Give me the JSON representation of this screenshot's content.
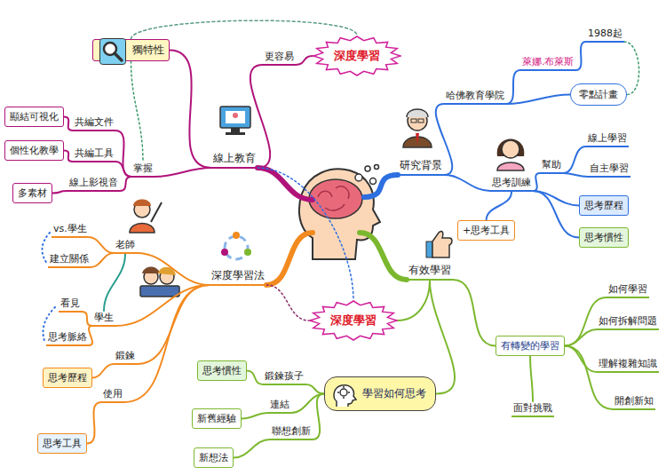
{
  "diagram": {
    "nodes": [
      {
        "text": [
          "線上教育"
        ]
      },
      {
        "text": [
          "更容易"
        ]
      },
      {
        "text": [
          "深度學習"
        ]
      },
      {
        "text": [
          "獨特性"
        ]
      },
      {
        "text": [
          "掌握"
        ]
      },
      {
        "text": [
          "共編文件"
        ]
      },
      {
        "text": [
          "共編工具"
        ]
      },
      {
        "text": [
          "線上影視音"
        ]
      },
      {
        "text": [
          "顯結可視化"
        ]
      },
      {
        "text": [
          "個性化教學"
        ]
      },
      {
        "text": [
          "多素材"
        ]
      },
      {
        "text": [
          "研究背景"
        ]
      },
      {
        "text": [
          "哈佛教育學院"
        ]
      },
      {
        "text": [
          "萊娜.布萊斯"
        ]
      },
      {
        "text": [
          "1988起"
        ]
      },
      {
        "text": [
          "零點計畫"
        ]
      },
      {
        "text": [
          "思考訓練"
        ]
      },
      {
        "text": [
          "幫助"
        ]
      },
      {
        "text": [
          "線上學習"
        ]
      },
      {
        "text": [
          "自主學習"
        ]
      },
      {
        "text": [
          "思考歷程"
        ]
      },
      {
        "text": [
          "思考慣性"
        ]
      },
      {
        "text": [
          "+思考工具"
        ]
      },
      {
        "text": [
          "有效學習"
        ]
      },
      {
        "text": [
          "深度學習"
        ]
      },
      {
        "text": [
          "有轉變的學習"
        ]
      },
      {
        "text": [
          "如何學習"
        ]
      },
      {
        "text": [
          "如何拆解問題"
        ]
      },
      {
        "text": [
          "理解複雜知識"
        ]
      },
      {
        "text": [
          "開創新知"
        ]
      },
      {
        "text": [
          "面對挑戰"
        ]
      },
      {
        "text": [
          "學習如何思考"
        ]
      },
      {
        "text": [
          "鍛鍊孩子"
        ]
      },
      {
        "text": [
          "連結"
        ]
      },
      {
        "text": [
          "聯想創新"
        ]
      },
      {
        "text": [
          "思考慣性"
        ]
      },
      {
        "text": [
          "新舊經驗"
        ]
      },
      {
        "text": [
          "新想法"
        ]
      },
      {
        "text": [
          "深度學習法"
        ]
      },
      {
        "text": [
          "老師"
        ]
      },
      {
        "text": [
          "vs.學生"
        ]
      },
      {
        "text": [
          "建立關係"
        ]
      },
      {
        "text": [
          "學生"
        ]
      },
      {
        "text": [
          "看見"
        ]
      },
      {
        "text": [
          "思考脈絡"
        ]
      },
      {
        "text": [
          "鍛鍊"
        ]
      },
      {
        "text": [
          "思考歷程"
        ]
      },
      {
        "text": [
          "使用"
        ]
      },
      {
        "text": [
          "思考工具"
        ]
      }
    ],
    "edges": [
      {
        "from": 0,
        "to": 1,
        "arrow": "none"
      },
      {
        "from": 1,
        "to": 2,
        "arrow": "none"
      },
      {
        "from": 0,
        "to": 3,
        "arrow": "none"
      },
      {
        "from": 0,
        "to": 4,
        "arrow": "none"
      },
      {
        "from": 4,
        "to": 5,
        "arrow": "none"
      },
      {
        "from": 4,
        "to": 6,
        "arrow": "none"
      },
      {
        "from": 4,
        "to": 7,
        "arrow": "none"
      },
      {
        "from": 5,
        "to": 8,
        "arrow": "none"
      },
      {
        "from": 6,
        "to": 9,
        "arrow": "none"
      },
      {
        "from": 7,
        "to": 10,
        "arrow": "none"
      },
      {
        "from": 3,
        "to": 2,
        "arrow": "none"
      },
      {
        "from": 3,
        "to": 4,
        "arrow": "none"
      },
      {
        "from": 11,
        "to": 12,
        "arrow": "none"
      },
      {
        "from": 12,
        "to": 13,
        "arrow": "none"
      },
      {
        "from": 13,
        "to": 14,
        "arrow": "none"
      },
      {
        "from": 12,
        "to": 15,
        "arrow": "none"
      },
      {
        "from": 14,
        "to": 15,
        "arrow": "none"
      },
      {
        "from": 11,
        "to": 16,
        "arrow": "none"
      },
      {
        "from": 16,
        "to": 17,
        "arrow": "none"
      },
      {
        "from": 17,
        "to": 18,
        "arrow": "none"
      },
      {
        "from": 17,
        "to": 19,
        "arrow": "none"
      },
      {
        "from": 16,
        "to": 20,
        "arrow": "none"
      },
      {
        "from": 16,
        "to": 21,
        "arrow": "none"
      },
      {
        "from": 16,
        "to": 22,
        "arrow": "none"
      },
      {
        "from": 23,
        "to": 24,
        "arrow": "none"
      },
      {
        "from": 23,
        "to": 25,
        "arrow": "none"
      },
      {
        "from": 25,
        "to": 26,
        "arrow": "none"
      },
      {
        "from": 25,
        "to": 27,
        "arrow": "none"
      },
      {
        "from": 25,
        "to": 28,
        "arrow": "none"
      },
      {
        "from": 25,
        "to": 29,
        "arrow": "none"
      },
      {
        "from": 25,
        "to": 30,
        "arrow": "none"
      },
      {
        "from": 23,
        "to": 31,
        "arrow": "none"
      },
      {
        "from": 31,
        "to": 32,
        "arrow": "none"
      },
      {
        "from": 31,
        "to": 33,
        "arrow": "none"
      },
      {
        "from": 31,
        "to": 34,
        "arrow": "none"
      },
      {
        "from": 32,
        "to": 35,
        "arrow": "none"
      },
      {
        "from": 33,
        "to": 36,
        "arrow": "none"
      },
      {
        "from": 34,
        "to": 37,
        "arrow": "none"
      },
      {
        "from": 0,
        "to": 24,
        "arrow": "none"
      },
      {
        "from": 38,
        "to": 39,
        "arrow": "none"
      },
      {
        "from": 39,
        "to": 40,
        "arrow": "none"
      },
      {
        "from": 39,
        "to": 41,
        "arrow": "none"
      },
      {
        "from": 38,
        "to": 42,
        "arrow": "none"
      },
      {
        "from": 39,
        "to": 42,
        "arrow": "none"
      },
      {
        "from": 42,
        "to": 43,
        "arrow": "none"
      },
      {
        "from": 42,
        "to": 44,
        "arrow": "none"
      },
      {
        "from": 38,
        "to": 45,
        "arrow": "none"
      },
      {
        "from": 45,
        "to": 46,
        "arrow": "none"
      },
      {
        "from": 38,
        "to": 47,
        "arrow": "none"
      },
      {
        "from": 47,
        "to": 48,
        "arrow": "none"
      },
      {
        "from": 38,
        "to": 24,
        "arrow": "none"
      }
    ]
  }
}
